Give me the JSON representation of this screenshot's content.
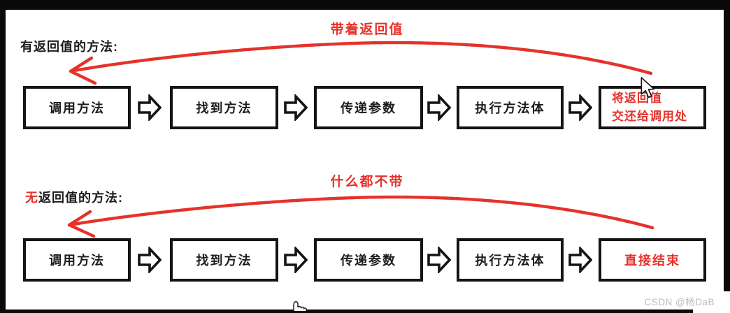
{
  "colors": {
    "red": "#e5322b",
    "text_black": "#1c1c1c",
    "watermark_gray": "#bcbcbc"
  },
  "watermark": "CSDN @杨DaB",
  "row1": {
    "label_prefix": "有",
    "label_rest": "返回值的方法:",
    "arc_label": "带着返回值",
    "boxes": {
      "b1": "调用方法",
      "b2": "找到方法",
      "b3": "传递参数",
      "b4": "执行方法体",
      "b5_line1": "将返回值",
      "b5_line2": "交还给调用处"
    }
  },
  "row2": {
    "label_prefix": "无",
    "label_rest": "返回值的方法:",
    "arc_label": "什么都不带",
    "boxes": {
      "b1": "调用方法",
      "b2": "找到方法",
      "b3": "传递参数",
      "b4": "执行方法体",
      "b5": "直接结束"
    }
  }
}
